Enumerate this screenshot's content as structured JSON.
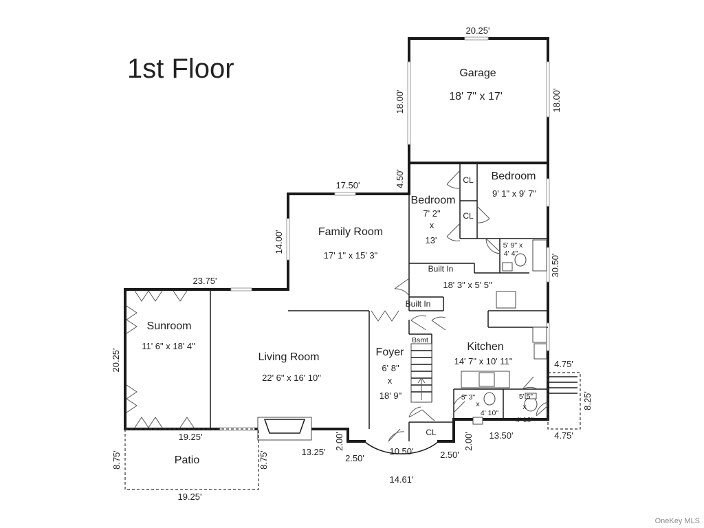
{
  "title": "1st Floor",
  "credit": "OneKey MLS",
  "rooms": {
    "garage": {
      "name": "Garage",
      "size": "18' 7\" x 17'"
    },
    "bedroom_large": {
      "name": "Bedroom",
      "size": "9' 1\" x 9' 7\""
    },
    "bedroom_small": {
      "name": "Bedroom",
      "size_w": "7' 2\"",
      "size_x": "x",
      "size_h": "13'"
    },
    "family": {
      "name": "Family Room",
      "size": "17' 1\" x 15' 3\""
    },
    "sunroom": {
      "name": "Sunroom",
      "size": "11' 6\" x 18' 4\""
    },
    "living": {
      "name": "Living Room",
      "size": "22' 6\" x 16' 10\""
    },
    "foyer": {
      "name": "Foyer",
      "size_w": "6' 8\"",
      "size_x": "x",
      "size_h": "18' 9\""
    },
    "kitchen": {
      "name": "Kitchen",
      "size": "14' 7\" x 10' 11\""
    },
    "patio": {
      "name": "Patio"
    },
    "hall": {
      "size": "18' 3\" x 5' 5\""
    },
    "bath_upper": {
      "w": "5' 9\" x",
      "h": "4' 4\""
    },
    "bath_lower_left": {
      "w": "5' 3\"",
      "x": "x",
      "h": "4' 10\""
    },
    "bath_lower_right": {
      "w": "5' 5\"",
      "x": "x",
      "h": "4' 10\""
    }
  },
  "labels": {
    "cl": "CL",
    "built_in": "Built In",
    "bsmt": "Bsmt"
  },
  "dims": {
    "garage_top": "20.25'",
    "garage_left": "18.00'",
    "garage_right": "18.00'",
    "step_left": "4.50'",
    "family_top": "17.50'",
    "family_left": "14.00'",
    "right_side": "30.50'",
    "sunroom_top": "23.75'",
    "sunroom_left": "20.25'",
    "patio_top": "19.25'",
    "patio_bottom": "19.25'",
    "patio_left": "8.75'",
    "patio_right": "8.75'",
    "living_bottom": "13.25'",
    "foyer_left_jog": "2.00'",
    "foyer_left_bottom": "2.50'",
    "foyer_bottom": "10.50'",
    "foyer_right_bottom": "2.50'",
    "foyer_right_jog": "2.00'",
    "bay": "14.61'",
    "kitchen_bottom": "13.50'",
    "step_bottom": "4.75'",
    "step_top": "4.75'",
    "step_right": "8.25'"
  }
}
